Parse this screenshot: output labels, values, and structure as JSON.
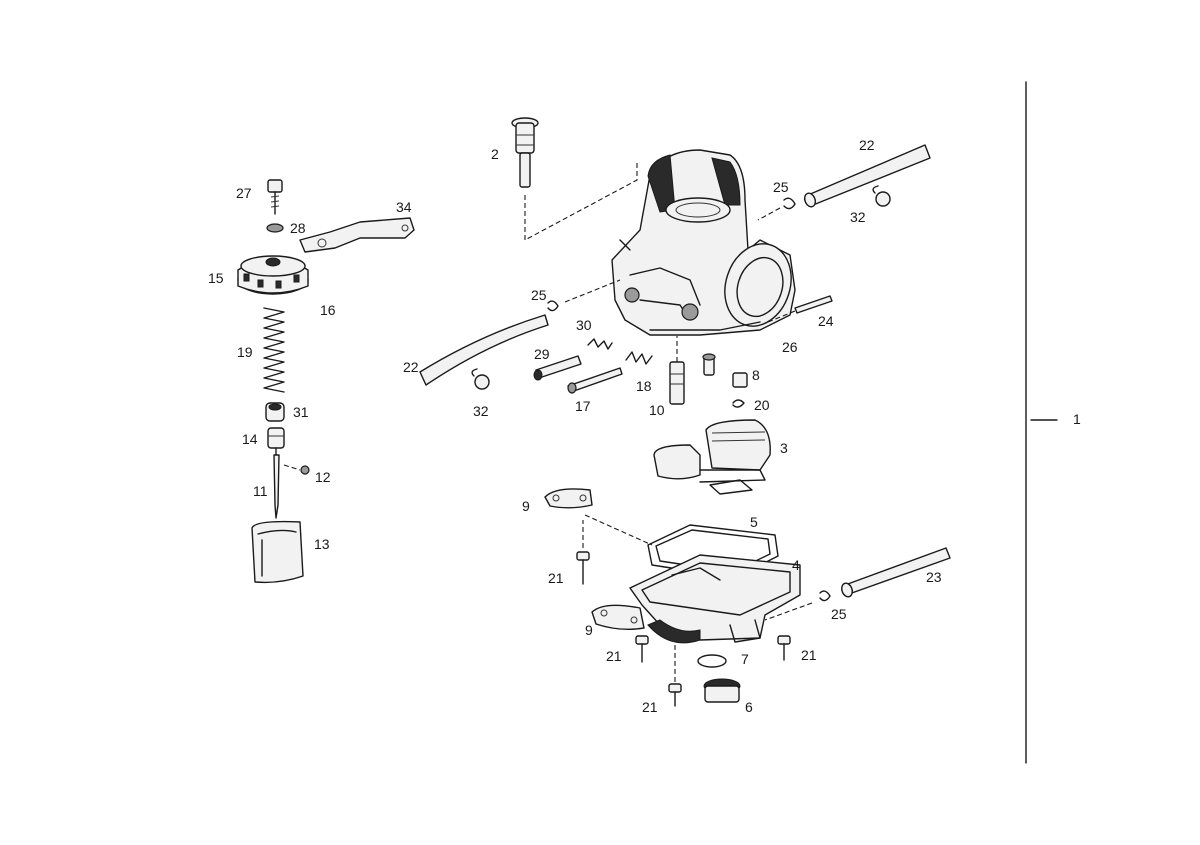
{
  "diagram": {
    "type": "exploded-parts-diagram",
    "callouts": [
      {
        "id": "p1",
        "text": "1"
      },
      {
        "id": "p2",
        "text": "2"
      },
      {
        "id": "p3",
        "text": "3"
      },
      {
        "id": "p4",
        "text": "4"
      },
      {
        "id": "p5",
        "text": "5"
      },
      {
        "id": "p6",
        "text": "6"
      },
      {
        "id": "p7",
        "text": "7"
      },
      {
        "id": "p8",
        "text": "8"
      },
      {
        "id": "p9a",
        "text": "9"
      },
      {
        "id": "p9b",
        "text": "9"
      },
      {
        "id": "p10",
        "text": "10"
      },
      {
        "id": "p11",
        "text": "11"
      },
      {
        "id": "p12",
        "text": "12"
      },
      {
        "id": "p13",
        "text": "13"
      },
      {
        "id": "p14",
        "text": "14"
      },
      {
        "id": "p15",
        "text": "15"
      },
      {
        "id": "p16",
        "text": "16"
      },
      {
        "id": "p17",
        "text": "17"
      },
      {
        "id": "p18",
        "text": "18"
      },
      {
        "id": "p19",
        "text": "19"
      },
      {
        "id": "p20",
        "text": "20"
      },
      {
        "id": "p21a",
        "text": "21"
      },
      {
        "id": "p21b",
        "text": "21"
      },
      {
        "id": "p21c",
        "text": "21"
      },
      {
        "id": "p21d",
        "text": "21"
      },
      {
        "id": "p22a",
        "text": "22"
      },
      {
        "id": "p22b",
        "text": "22"
      },
      {
        "id": "p23",
        "text": "23"
      },
      {
        "id": "p24",
        "text": "24"
      },
      {
        "id": "p25a",
        "text": "25"
      },
      {
        "id": "p25b",
        "text": "25"
      },
      {
        "id": "p25c",
        "text": "25"
      },
      {
        "id": "p26",
        "text": "26"
      },
      {
        "id": "p27",
        "text": "27"
      },
      {
        "id": "p28",
        "text": "28"
      },
      {
        "id": "p29",
        "text": "29"
      },
      {
        "id": "p30",
        "text": "30"
      },
      {
        "id": "p31",
        "text": "31"
      },
      {
        "id": "p32a",
        "text": "32"
      },
      {
        "id": "p32b",
        "text": "32"
      },
      {
        "id": "p34",
        "text": "34"
      }
    ]
  }
}
